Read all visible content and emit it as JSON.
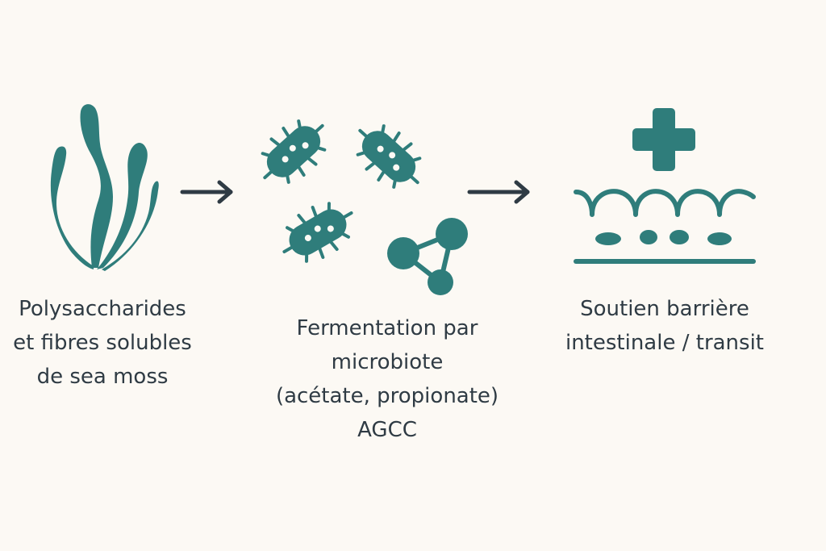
{
  "colors": {
    "background": "#fcf9f4",
    "icon": "#2f7d7b",
    "arrow": "#2f3b44",
    "text": "#2f3b44"
  },
  "steps": [
    {
      "icon": "seaweed-icon",
      "lines": [
        "Polysaccharides",
        "et fibres solubles",
        "de sea moss"
      ]
    },
    {
      "icon": "bacteria-icon",
      "secondary_icon": "molecule-icon",
      "lines": [
        "Fermentation par",
        "microbiote",
        "(acétate, propionate)",
        "AGCC"
      ]
    },
    {
      "icon": "intestinal-barrier-icon",
      "secondary_icon": "plus-icon",
      "lines": [
        "Soutien barrière",
        "intestinale / transit"
      ]
    }
  ],
  "arrows": [
    "arrow-right-icon",
    "arrow-right-icon"
  ]
}
